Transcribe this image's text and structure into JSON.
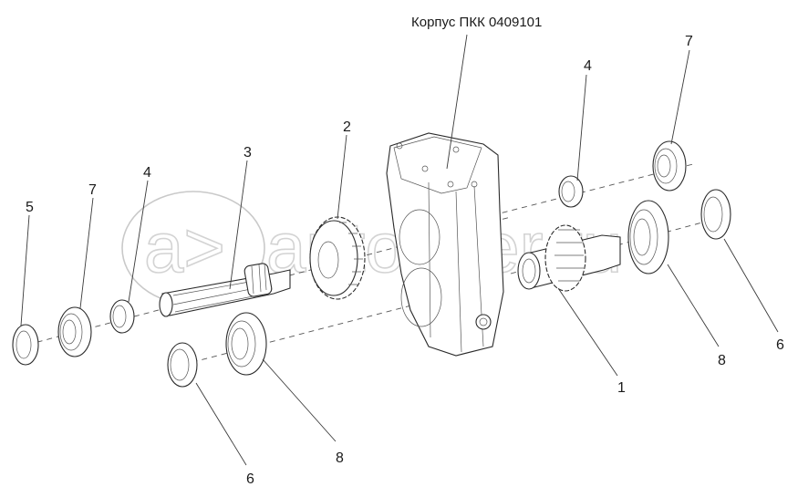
{
  "diagram": {
    "title": "Корпус ПКК 0409101",
    "watermark": {
      "logo": "a>",
      "text": "autopiter.ru"
    },
    "callouts": [
      {
        "id": "c5-left",
        "label": "5",
        "part": "seal"
      },
      {
        "id": "c7-left",
        "label": "7",
        "part": "bearing"
      },
      {
        "id": "c4-left",
        "label": "4",
        "part": "ring"
      },
      {
        "id": "c3",
        "label": "3",
        "part": "splined shaft"
      },
      {
        "id": "c2",
        "label": "2",
        "part": "gear"
      },
      {
        "id": "c6-left",
        "label": "6",
        "part": "seal"
      },
      {
        "id": "c8-left",
        "label": "8",
        "part": "bearing"
      },
      {
        "id": "c4-right",
        "label": "4",
        "part": "ring"
      },
      {
        "id": "c7-right",
        "label": "7",
        "part": "bearing"
      },
      {
        "id": "c1",
        "label": "1",
        "part": "gear shaft"
      },
      {
        "id": "c8-right",
        "label": "8",
        "part": "bearing"
      },
      {
        "id": "c6-right",
        "label": "6",
        "part": "seal"
      }
    ]
  }
}
